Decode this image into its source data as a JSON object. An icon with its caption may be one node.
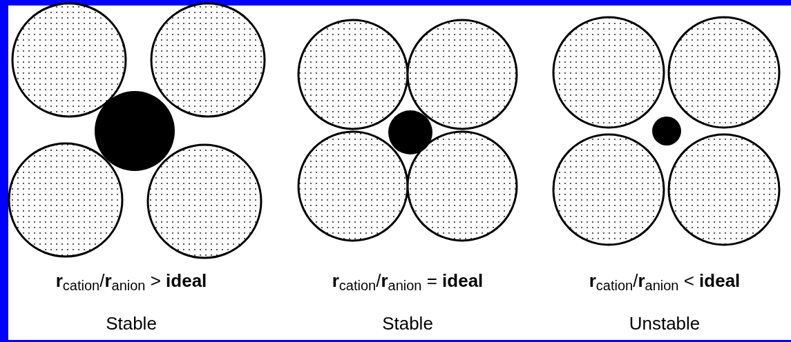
{
  "diagram": {
    "labels": [
      "**r**$_{cation}$/**r**$_{anion}$ > **ideal**",
      "**r**$_{cation}$/**r**$_{anion}$ = **ideal**",
      "**r**$_{cation}$/**r**$_{anion}$ < **ideal**",
      "Stable",
      "Stable",
      "Unstable"
    ]
  }
}
